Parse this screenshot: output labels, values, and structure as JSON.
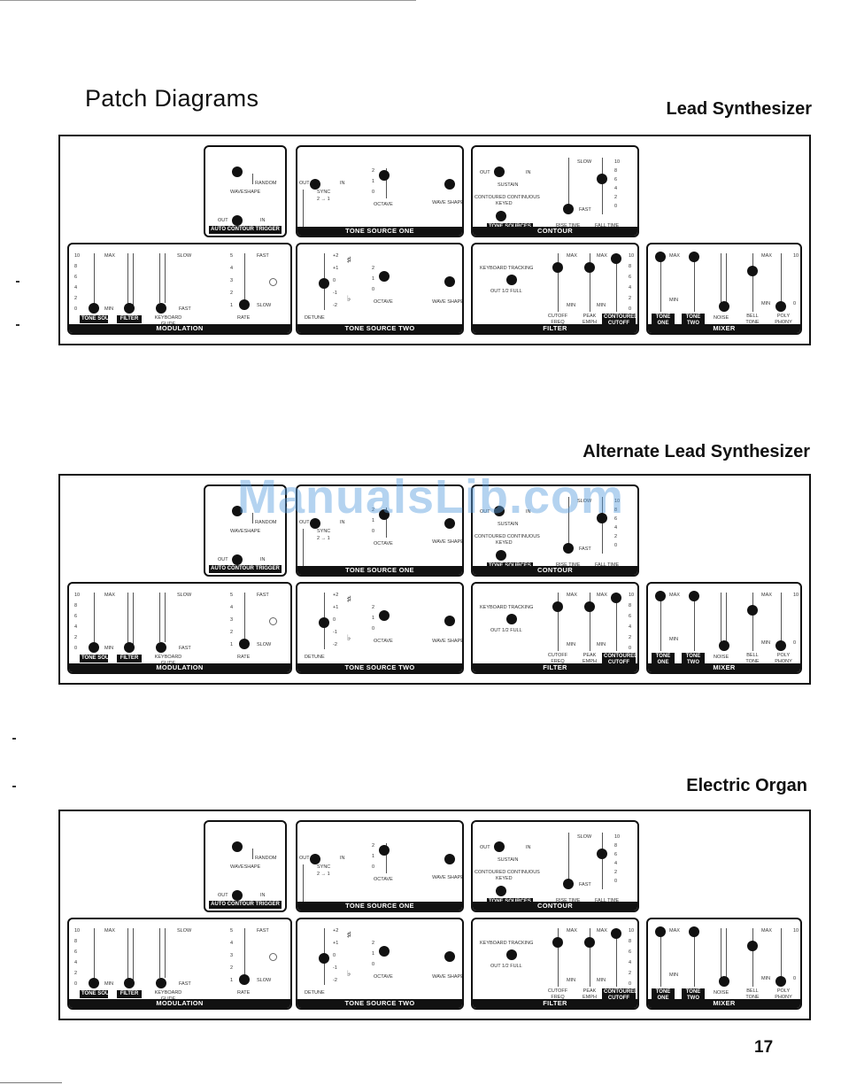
{
  "page": {
    "title": "Patch Diagrams",
    "number": "17"
  },
  "watermark": "ManualsLib.com",
  "labels": {
    "random": "RANDOM",
    "waveshape": "WAVESHAPE",
    "out": "OUT",
    "in": "IN",
    "act": "AUTO CONTOUR TRIGGER",
    "sync": "SYNC",
    "sync_arrow": "2 → 1",
    "octave": "OCTAVE",
    "wave_shape": "WAVE SHAPE",
    "ts1": "TONE SOURCE ONE",
    "ts2": "TONE SOURCE TWO",
    "detune": "DETUNE",
    "sustain": "SUSTAIN",
    "contoured_continuous": "CONTOURED CONTINUOUS",
    "keyed": "KEYED",
    "tone_sources": "TONE SOURCES",
    "slow": "SLOW",
    "fast": "FAST",
    "rise_time": "RISE TIME",
    "fall_time": "FALL TIME",
    "contour": "CONTOUR",
    "kbd_tracking": "KEYBOARD TRACKING",
    "out_half_full": "OUT 1/2 FULL",
    "max": "MAX",
    "min": "MIN",
    "cutoff_freq": "CUTOFF FREQ",
    "peak_emph": "PEAK EMPH",
    "contoured_cutoff": "CONTOURED CUTOFF",
    "filter": "FILTER",
    "tone_sources_tag": "TONE SOURCES",
    "filter_tag": "FILTER",
    "keyboard_glide": "KEYBOARD GLIDE",
    "rate": "RATE",
    "modulation": "MODULATION",
    "tone_one": "TONE ONE",
    "tone_two": "TONE TWO",
    "noise": "NOISE",
    "bell_tone": "BELL TONE",
    "poly_phony": "POLY PHONY",
    "mixer": "MIXER",
    "oct_vals": [
      "2",
      "1",
      "0"
    ],
    "ts2_vals": [
      "+2",
      "+1",
      "0",
      "-1",
      "-2"
    ],
    "mod_scale": [
      "10",
      "8",
      "6",
      "4",
      "2",
      "0"
    ],
    "rate_scale": [
      "5",
      "4",
      "3",
      "2",
      "1"
    ],
    "filt_scale": [
      "10",
      "8",
      "6",
      "4",
      "2",
      "0"
    ],
    "sharp": "♯",
    "flat": "♭"
  },
  "patches": [
    {
      "name": "Lead Synthesizer"
    },
    {
      "name": "Alternate Lead Synthesizer"
    },
    {
      "name": "Electric Organ"
    }
  ]
}
